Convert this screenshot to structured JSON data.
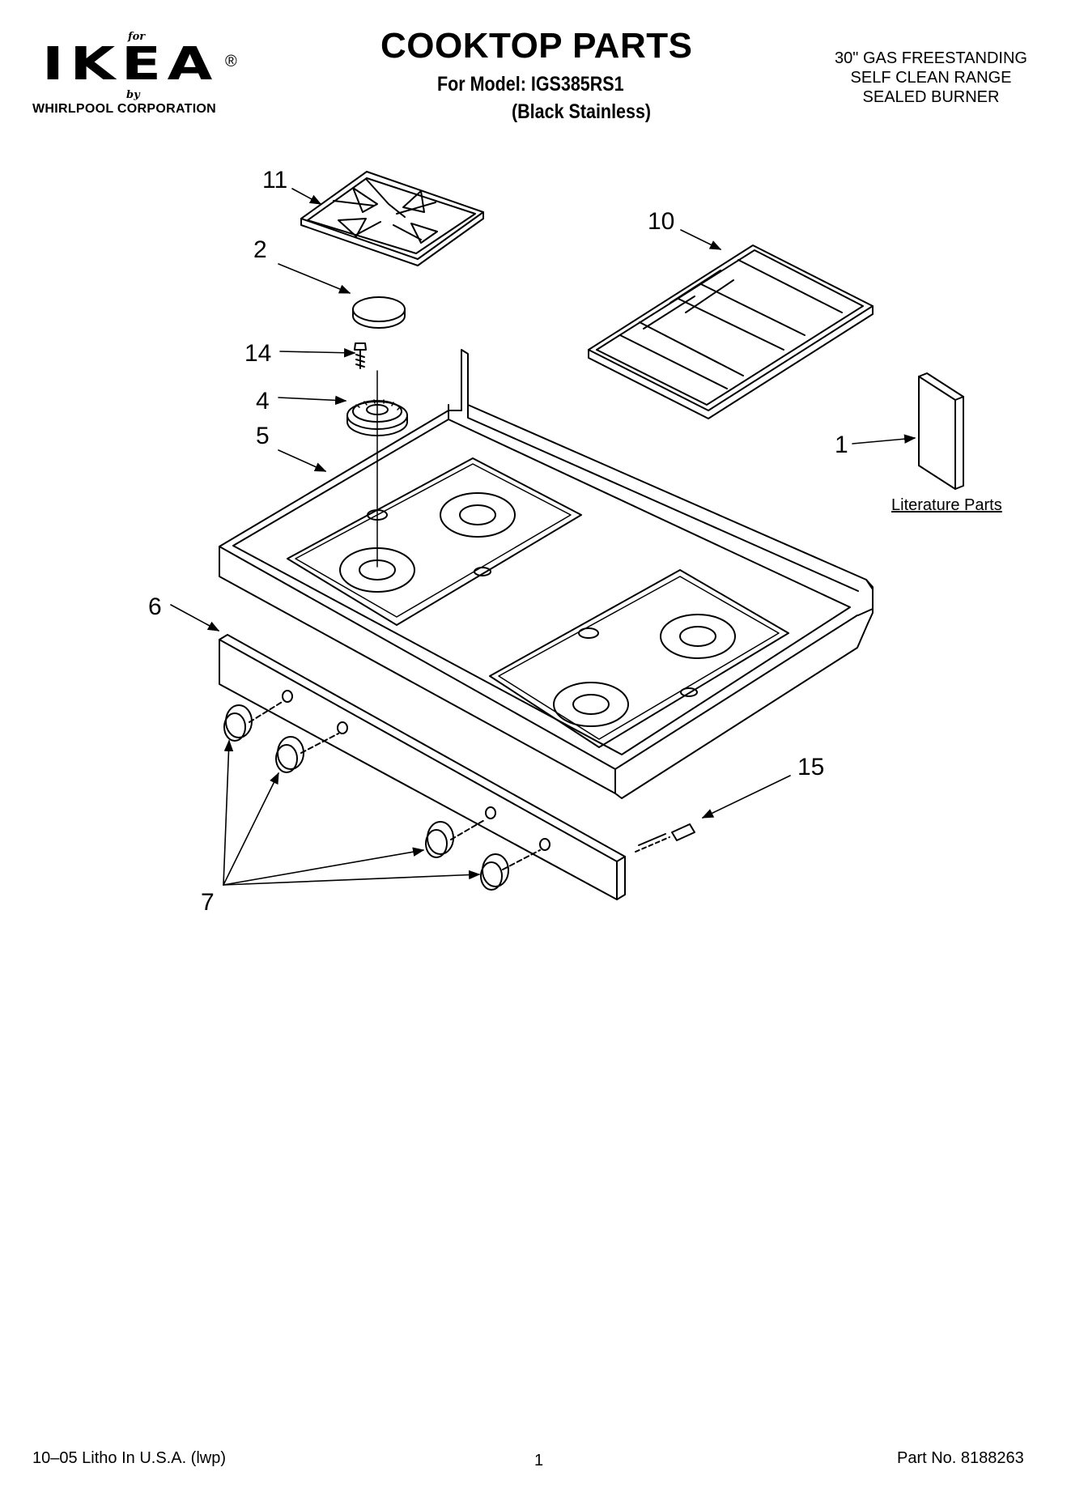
{
  "header": {
    "brand_for": "for",
    "brand_logo": "IKEA",
    "brand_registered": "®",
    "brand_by": "by",
    "brand_corporation": "WHIRLPOOL  CORPORATION",
    "title": "COOKTOP PARTS",
    "model_line": "For Model: IGS385RS1",
    "color_line": "(Black Stainless)",
    "description": [
      "30\" GAS FREESTANDING",
      "SELF CLEAN RANGE",
      "SEALED BURNER"
    ]
  },
  "diagram": {
    "callouts": {
      "c11": "11",
      "c10": "10",
      "c2": "2",
      "c14": "14",
      "c4": "4",
      "c5": "5",
      "c1": "1",
      "c6": "6",
      "c15": "15",
      "c7": "7"
    },
    "literature_label": "Literature Parts"
  },
  "footer": {
    "litho": "10–05 Litho In U.S.A. (lwp)",
    "page": "1",
    "part_no": "Part No. 8188263"
  }
}
